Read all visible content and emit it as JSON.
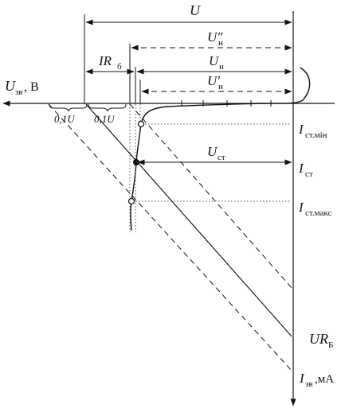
{
  "labels": {
    "u_total": "U",
    "u_n_double_prime": "U″",
    "u_n_double_prime_sub": "н",
    "u_n": "U",
    "u_n_sub": "н",
    "u_n_prime": "U′",
    "u_n_prime_sub": "н",
    "ir_b": "IR",
    "ir_b_sub": "б",
    "u_axis": "U",
    "u_axis_sub": "зв",
    "u_axis_unit": ", В",
    "tenth_u_left": "0,1U",
    "tenth_u_right": "0,1U",
    "u_st": "U",
    "u_st_sub": "ст",
    "i_st_min": "I",
    "i_st_min_sub": "ст.мін",
    "i_st": "I",
    "i_st_sub": "ст",
    "i_st_max": "I",
    "i_st_max_sub": "ст.макс",
    "ur_b": "UR",
    "ur_b_sub": "Б",
    "i_axis": "I",
    "i_axis_sub": "зв",
    "i_axis_unit": ",мА"
  }
}
